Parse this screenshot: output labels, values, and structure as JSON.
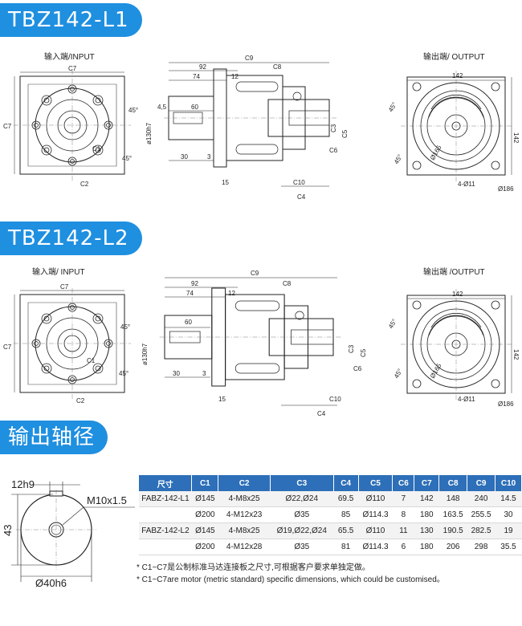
{
  "section1": {
    "title": "TBZ142-L1",
    "input_label": "输入端/INPUT",
    "output_label": "输出端/ OUTPUT"
  },
  "section2": {
    "title": "TBZ142-L2",
    "input_label": "输入端/ INPUT",
    "output_label": "输出端 /OUTPUT"
  },
  "section3": {
    "title": "输出轴径"
  },
  "dims": {
    "c7": "C7",
    "c2": "C2",
    "c1": "C1",
    "c9": "C9",
    "c8": "C8",
    "c10": "C10",
    "c4": "C4",
    "c6": "C6",
    "c3": "C3",
    "c5": "C5",
    "d92": "92",
    "d74": "74",
    "d12": "12",
    "d60": "60",
    "d45": "4,5",
    "d30": "30",
    "d3": "3",
    "d15": "15",
    "d130": "ø130h7",
    "d142a": "142",
    "d142b": "142",
    "d165": "Ø165",
    "d186": "Ø186",
    "d411": "4-Ø11",
    "a45": "45°"
  },
  "shaft": {
    "key_width": "12h9",
    "thread": "M10x1.5",
    "height": "43",
    "diameter": "Ø40h6"
  },
  "table": {
    "headers": [
      "尺寸",
      "C1",
      "C2",
      "C3",
      "C4",
      "C5",
      "C6",
      "C7",
      "C8",
      "C9",
      "C10"
    ],
    "rows": [
      [
        "FABZ-142-L1",
        "Ø145",
        "4-M8x25",
        "Ø22,Ø24",
        "69.5",
        "Ø110",
        "7",
        "142",
        "148",
        "240",
        "14.5"
      ],
      [
        "",
        "Ø200",
        "4-M12x23",
        "Ø35",
        "85",
        "Ø114.3",
        "8",
        "180",
        "163.5",
        "255.5",
        "30"
      ],
      [
        "FABZ-142-L2",
        "Ø145",
        "4-M8x25",
        "Ø19,Ø22,Ø24",
        "65.5",
        "Ø110",
        "11",
        "130",
        "190.5",
        "282.5",
        "19"
      ],
      [
        "",
        "Ø200",
        "4-M12x28",
        "Ø35",
        "81",
        "Ø114.3",
        "6",
        "180",
        "206",
        "298",
        "35.5"
      ]
    ]
  },
  "notes": {
    "cn": "* C1~C7是公制标准马达连接板之尺寸,可根据客户要求单独定做。",
    "en": "* C1~C7are motor (metric standard) specific dimensions, which could be customised。"
  }
}
